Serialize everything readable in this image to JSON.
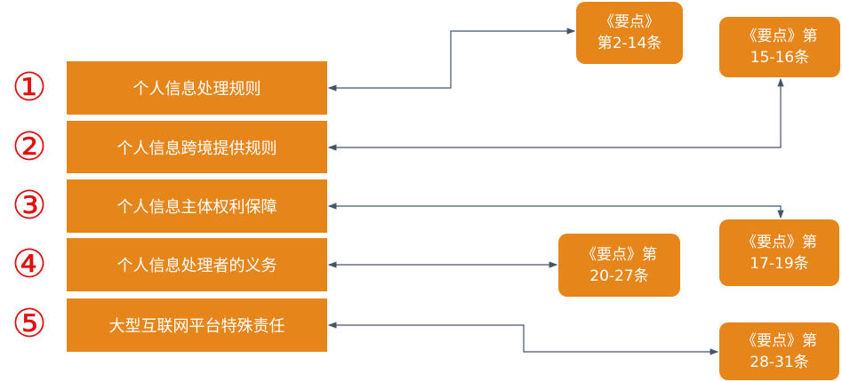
{
  "rules": [
    {
      "num": "①",
      "label": "个人信息处理规则"
    },
    {
      "num": "②",
      "label": "个人信息跨境提供规则"
    },
    {
      "num": "③",
      "label": "个人信息主体权利保障"
    },
    {
      "num": "④",
      "label": "个人信息处理者的义务"
    },
    {
      "num": "⑤",
      "label": "大型互联网平台特殊责任"
    }
  ],
  "refs": [
    {
      "line1": "《要点》",
      "line2": "第2-14条"
    },
    {
      "line1": "《要点》第",
      "line2": "15-16条"
    },
    {
      "line1": "《要点》第",
      "line2": "17-19条"
    },
    {
      "line1": "《要点》第",
      "line2": "20-27条"
    },
    {
      "line1": "《要点》第",
      "line2": "28-31条"
    }
  ],
  "colors": {
    "box": "#E6851A",
    "number": "#e01010",
    "connector": "#44546A"
  }
}
